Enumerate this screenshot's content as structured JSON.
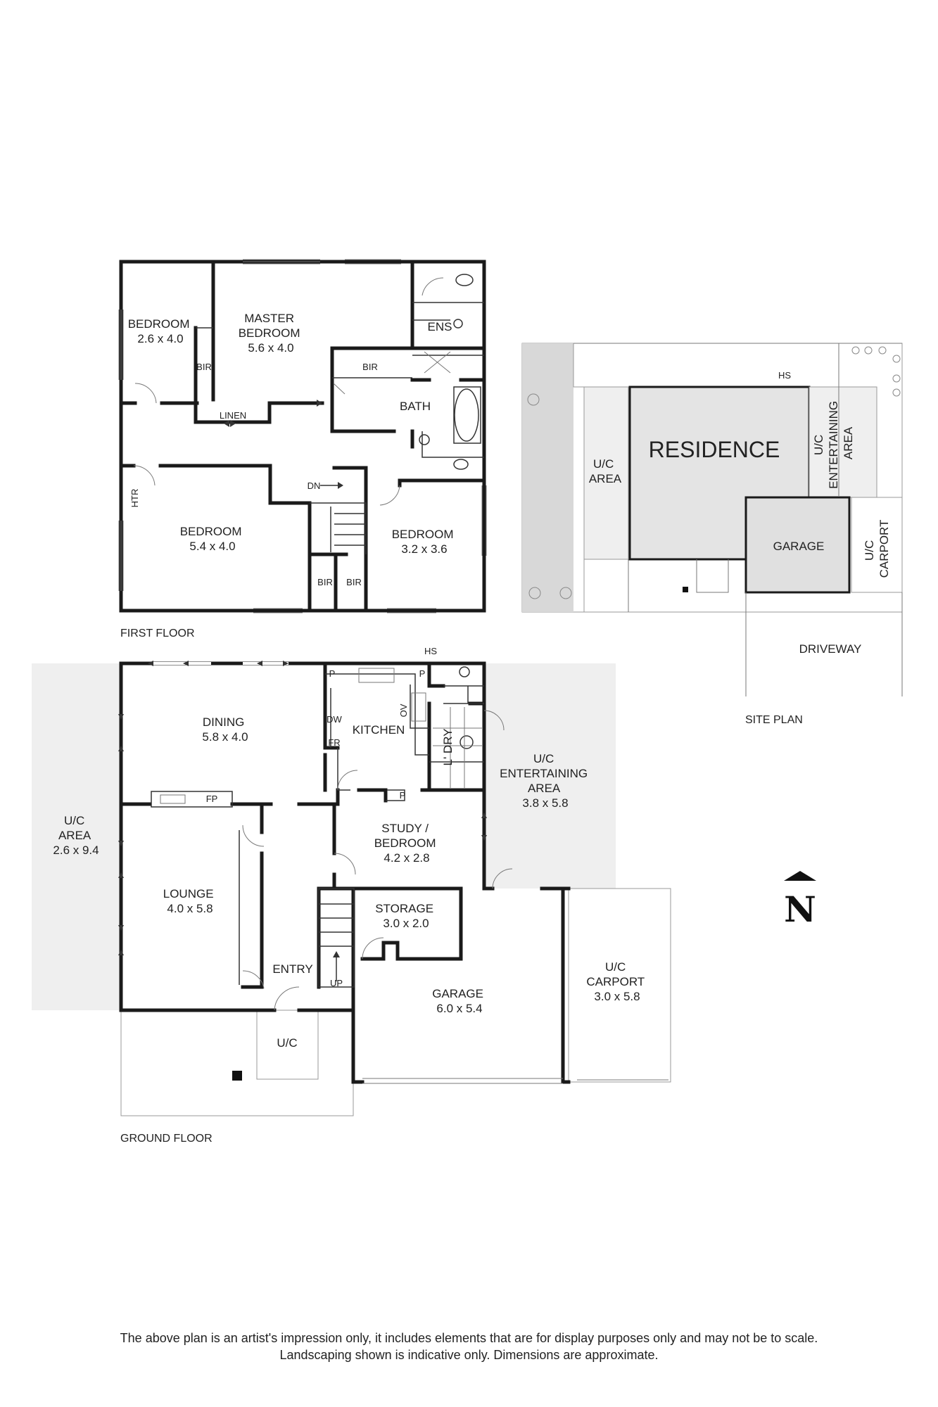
{
  "captions": {
    "first_floor": "FIRST FLOOR",
    "ground_floor": "GROUND FLOOR",
    "site_plan": "SITE PLAN"
  },
  "first_floor": {
    "bedroom_nw": [
      "BEDROOM",
      "2.6 x 4.0"
    ],
    "master_bedroom": [
      "MASTER",
      "BEDROOM",
      "5.6 x 4.0"
    ],
    "ens": "ENS",
    "bir_master": "BIR",
    "bir_nw": "BIR",
    "bath": "BATH",
    "linen": "LINEN",
    "htr": "HTR",
    "dn": "DN",
    "bedroom_sw": [
      "BEDROOM",
      "5.4 x 4.0"
    ],
    "bedroom_se": [
      "BEDROOM",
      "3.2 x 3.6"
    ],
    "bir_a": "BIR",
    "bir_b": "BIR"
  },
  "ground_floor": {
    "hs": "HS",
    "p_kitchen_left": "P",
    "p_kitchen_right": "P",
    "dining": [
      "DINING",
      "5.8 x 4.0"
    ],
    "kitchen": "KITCHEN",
    "dw": "DW",
    "fr": "FR",
    "ov": "OV",
    "laundry": "L' DRY",
    "uc_area_left": [
      "U/C",
      "AREA",
      "2.6 x 9.4"
    ],
    "uc_entertaining": [
      "U/C",
      "ENTERTAINING",
      "AREA",
      "3.8 x 5.8"
    ],
    "fp": "FP",
    "p_study": "P",
    "study": [
      "STUDY /",
      "BEDROOM",
      "4.2 x 2.8"
    ],
    "lounge": [
      "LOUNGE",
      "4.0 x 5.8"
    ],
    "storage": [
      "STORAGE",
      "3.0 x 2.0"
    ],
    "entry": "ENTRY",
    "up": "UP",
    "garage": [
      "GARAGE",
      "6.0 x 5.4"
    ],
    "uc_carport": [
      "U/C",
      "CARPORT",
      "3.0 x 5.8"
    ],
    "uc_front": "U/C"
  },
  "site_plan": {
    "hs": "HS",
    "residence": "RESIDENCE",
    "uc_area": [
      "U/C",
      "AREA"
    ],
    "uc_entertaining": [
      "U/C",
      "ENTERTAINING",
      "AREA"
    ],
    "garage": "GARAGE",
    "uc_carport": [
      "U/C",
      "CARPORT"
    ],
    "driveway": "DRIVEWAY"
  },
  "north": "N",
  "disclaimer": {
    "line1": "The above plan is an artist's impression only, it includes elements that are for display purposes only and may not be to scale.",
    "line2": "Landscaping shown is indicative only. Dimensions are approximate."
  },
  "colors": {
    "wall": "#1a1a1a",
    "uncovered_fill": "#efefef",
    "residence_fill": "#e4e4e4",
    "site_shaded": "#d8d8d8"
  }
}
